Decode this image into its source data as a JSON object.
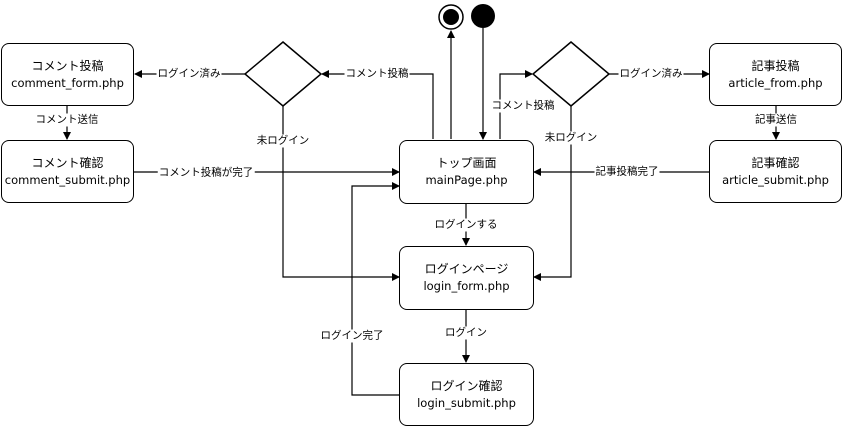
{
  "nodes": {
    "comment_form": {
      "title": "コメント投稿",
      "file": "comment_form.php"
    },
    "comment_submit": {
      "title": "コメント確認",
      "file": "comment_submit.php"
    },
    "main_page": {
      "title": "トップ画面",
      "file": "mainPage.php"
    },
    "login_form": {
      "title": "ログインページ",
      "file": "login_form.php"
    },
    "login_submit": {
      "title": "ログイン確認",
      "file": "login_submit.php"
    },
    "article_form": {
      "title": "記事投稿",
      "file": "article_from.php"
    },
    "article_submit": {
      "title": "記事確認",
      "file": "article_submit.php"
    }
  },
  "edges": {
    "left_logged_in": "ログイン済み",
    "left_comment_post": "コメント投稿",
    "comment_send": "コメント送信",
    "comment_done": "コメント投稿が完了",
    "left_not_logged_in": "未ログイン",
    "right_comment_post": "コメント投稿",
    "right_logged_in": "ログイン済み",
    "right_not_logged_in": "未ログイン",
    "article_send": "記事送信",
    "article_done": "記事投稿完了",
    "do_login": "ログインする",
    "login": "ログイン",
    "login_done": "ログイン完了"
  }
}
